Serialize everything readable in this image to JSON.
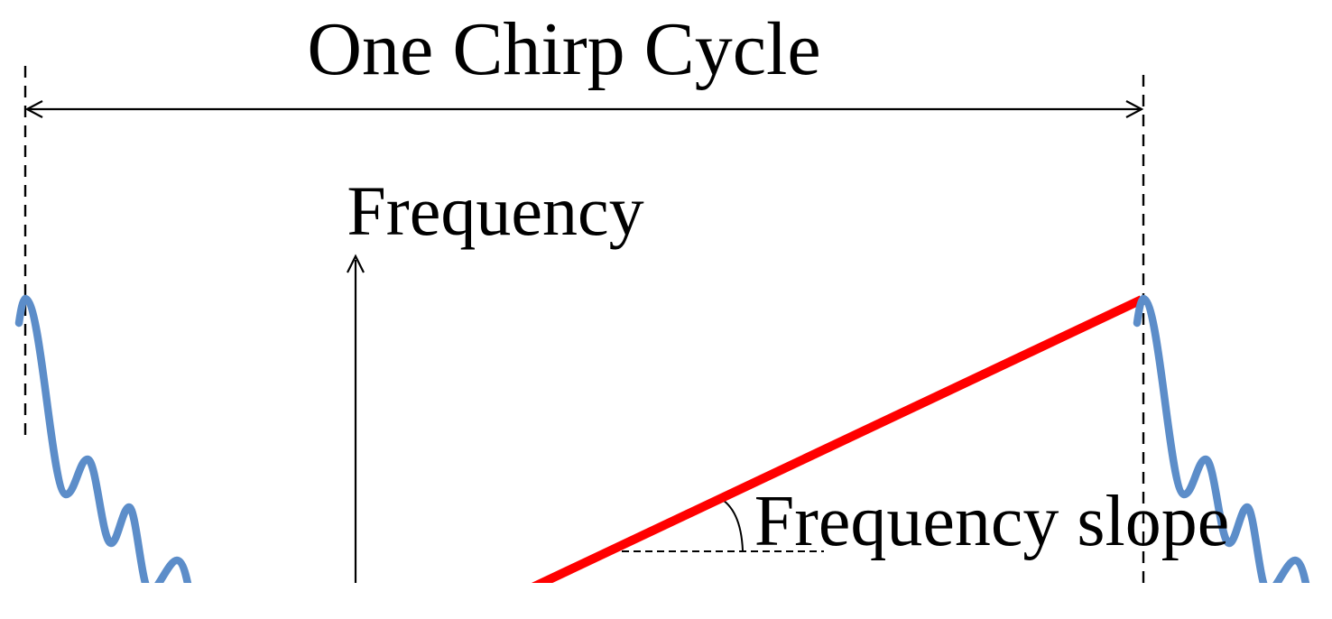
{
  "title": "One Chirp Cycle",
  "axis": {
    "label": "Frequency"
  },
  "annotations": {
    "slope_label": "Frequency slope"
  },
  "colors": {
    "chirp_line": "#FF0000",
    "signal_wave": "#5C8DC9",
    "ink": "#000000",
    "background": "#FFFFFF"
  }
}
